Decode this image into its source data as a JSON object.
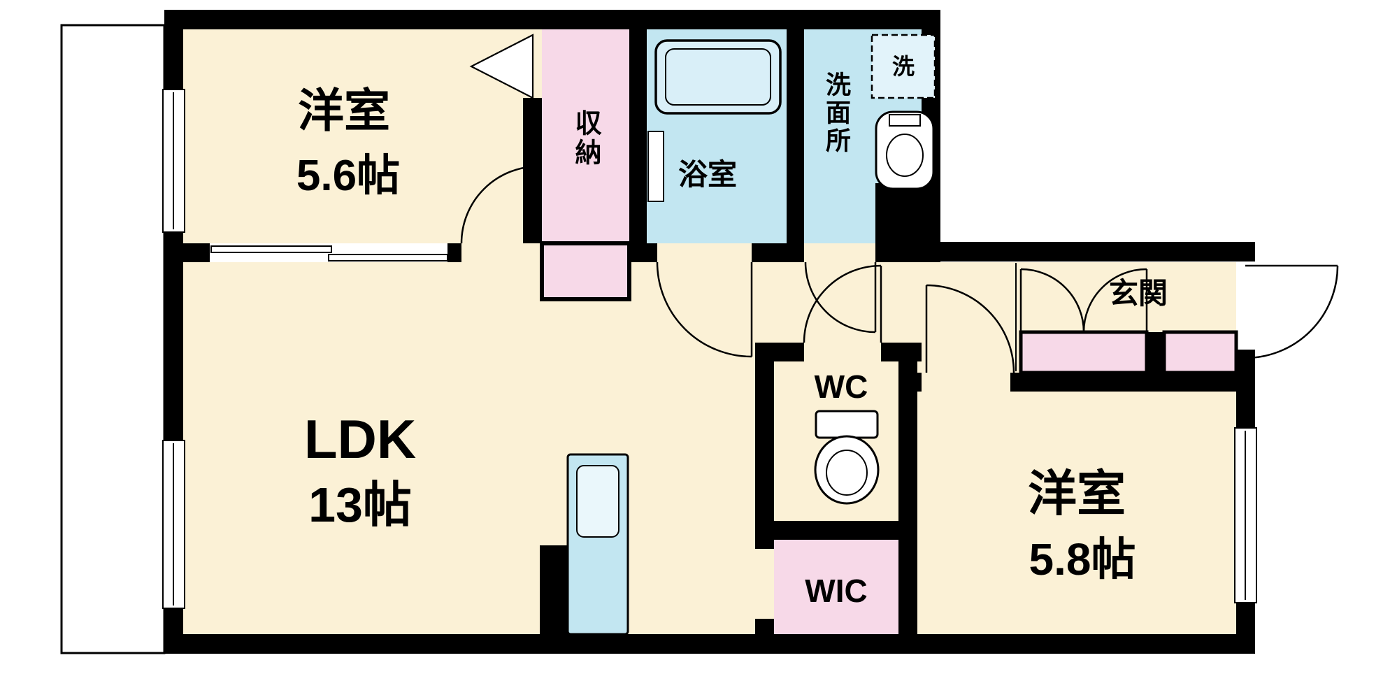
{
  "colors": {
    "wall": "#000000",
    "room_floor": "#FBF1D6",
    "closet_floor": "#F7D9E8",
    "wet_area_floor": "#C2E6F1",
    "fixture_fill": "#D9EFF8",
    "background": "#FFFFFF"
  },
  "rooms": {
    "bedroom1": {
      "name": "洋室",
      "size": "5.6帖"
    },
    "closet": {
      "name": "収納"
    },
    "bathroom": {
      "name": "浴室"
    },
    "washroom": {
      "name": "洗面所"
    },
    "laundry": {
      "name": "洗"
    },
    "entrance": {
      "name": "玄関"
    },
    "ldk": {
      "name": "LDK",
      "size": "13帖"
    },
    "wc": {
      "name": "WC"
    },
    "wic": {
      "name": "WIC"
    },
    "bedroom2": {
      "name": "洋室",
      "size": "5.8帖"
    }
  }
}
